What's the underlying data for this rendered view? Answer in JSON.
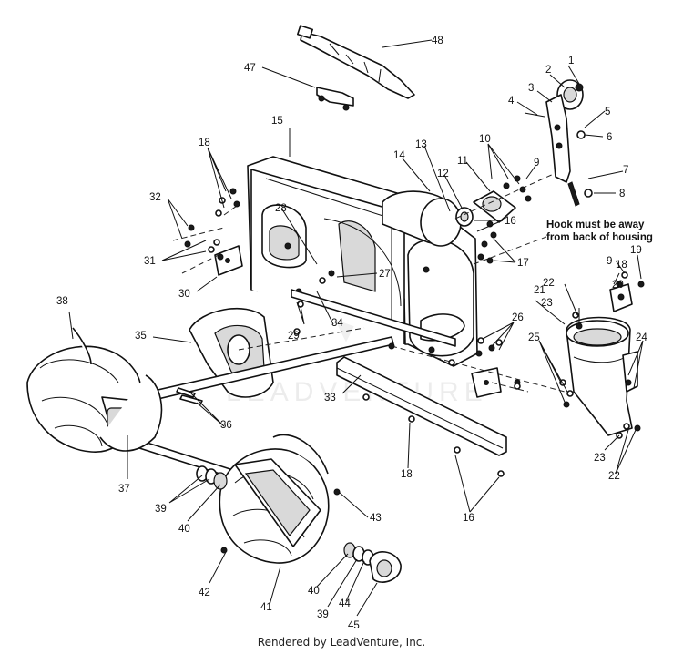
{
  "diagram": {
    "callouts": {
      "c1": "1",
      "c2": "2",
      "c3": "3",
      "c4": "4",
      "c5": "5",
      "c6": "6",
      "c7": "7",
      "c8": "8",
      "c9a": "9",
      "c9b": "9",
      "c10": "10",
      "c11": "11",
      "c12": "12",
      "c13": "13",
      "c14": "14",
      "c15": "15",
      "c16a": "16",
      "c16b": "16",
      "c17": "17",
      "c18a": "18",
      "c18b": "18",
      "c18c": "18",
      "c19": "19",
      "c20": "20",
      "c21": "21",
      "c22a": "22",
      "c22b": "22",
      "c23a": "23",
      "c23b": "23",
      "c24": "24",
      "c25": "25",
      "c26": "26",
      "c27": "27",
      "c28": "28",
      "c29": "29",
      "c30": "30",
      "c31": "31",
      "c32": "32",
      "c33": "33",
      "c34": "34",
      "c35": "35",
      "c36": "36",
      "c37": "37",
      "c38": "38",
      "c39a": "39",
      "c39b": "39",
      "c40a": "40",
      "c40b": "40",
      "c41": "41",
      "c42": "42",
      "c43": "43",
      "c44": "44",
      "c45": "45",
      "c47": "47",
      "c48": "48"
    },
    "note_line1": "Hook must be away",
    "note_line2": "from back of housing",
    "watermark_text": "LEADVENTURE"
  },
  "footer": "Rendered by LeadVenture, Inc."
}
